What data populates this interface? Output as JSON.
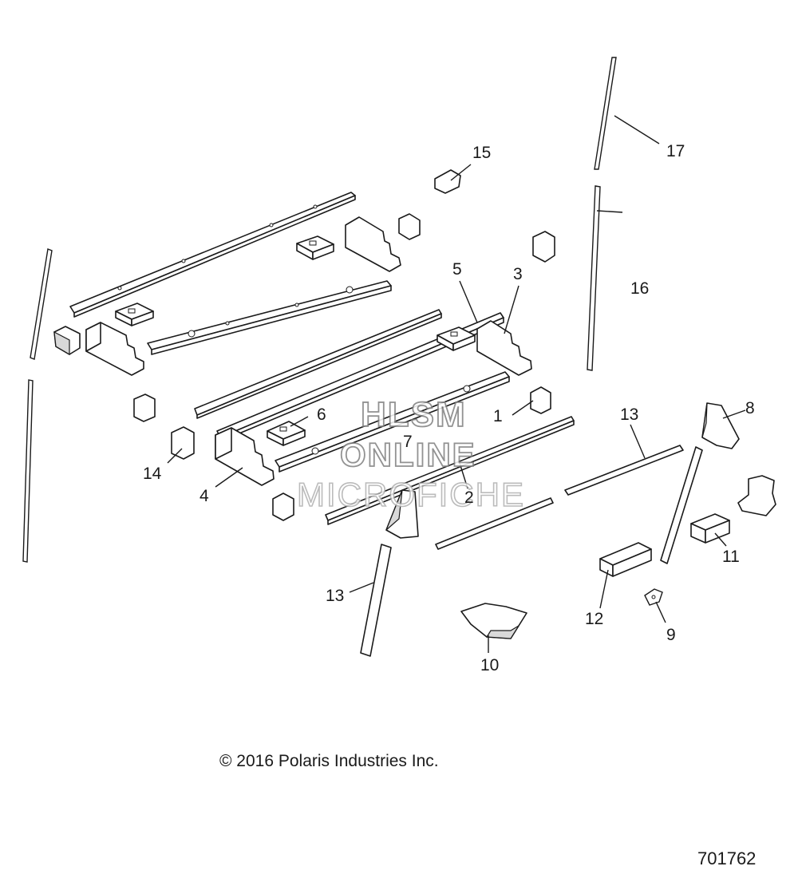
{
  "callouts": [
    {
      "id": "c1",
      "label": "1"
    },
    {
      "id": "c2",
      "label": "2"
    },
    {
      "id": "c3",
      "label": "3"
    },
    {
      "id": "c4",
      "label": "4"
    },
    {
      "id": "c5",
      "label": "5"
    },
    {
      "id": "c6",
      "label": "6"
    },
    {
      "id": "c7",
      "label": "7"
    },
    {
      "id": "c8",
      "label": "8"
    },
    {
      "id": "c9",
      "label": "9"
    },
    {
      "id": "c10",
      "label": "10"
    },
    {
      "id": "c11",
      "label": "11"
    },
    {
      "id": "c12",
      "label": "12"
    },
    {
      "id": "c13a",
      "label": "13"
    },
    {
      "id": "c13b",
      "label": "13"
    },
    {
      "id": "c14",
      "label": "14"
    },
    {
      "id": "c15",
      "label": "15"
    },
    {
      "id": "c16",
      "label": "16"
    },
    {
      "id": "c17",
      "label": "17"
    }
  ],
  "watermark": {
    "line1": "HLSM",
    "line2": "ONLINE",
    "line3": "MICROFICHE"
  },
  "footer": {
    "copyright": "© 2016 Polaris Industries Inc.",
    "drawing_number": "701762"
  }
}
